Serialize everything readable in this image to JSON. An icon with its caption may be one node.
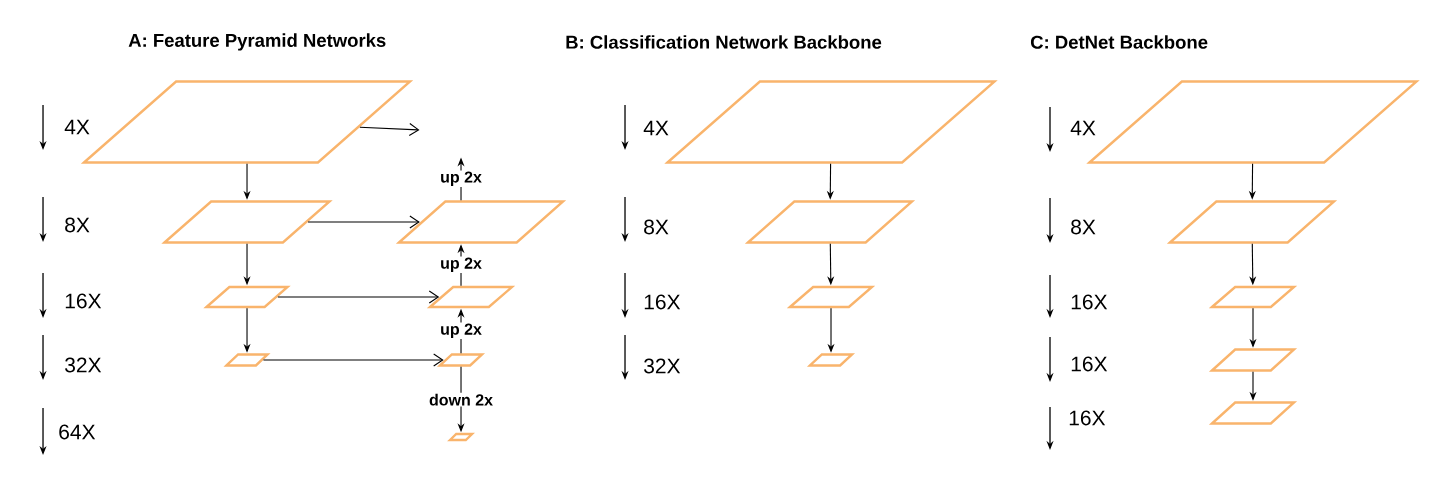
{
  "diagram": {
    "nodes": [
      {
        "text": [],
        "shape": "parallelogram"
      },
      {
        "text": [],
        "shape": "parallelogram"
      },
      {
        "text": [],
        "shape": "parallelogram"
      },
      {
        "text": [],
        "shape": "parallelogram"
      },
      {
        "text": [],
        "shape": "parallelogram"
      },
      {
        "text": [],
        "shape": "parallelogram"
      },
      {
        "text": [],
        "shape": "parallelogram"
      },
      {
        "text": [],
        "shape": "parallelogram"
      },
      {
        "text": [],
        "shape": "parallelogram"
      },
      {
        "text": [],
        "shape": "parallelogram"
      },
      {
        "text": [],
        "shape": "parallelogram"
      },
      {
        "text": [],
        "shape": "parallelogram"
      },
      {
        "text": [],
        "shape": "parallelogram"
      },
      {
        "text": [],
        "shape": "parallelogram"
      },
      {
        "text": [],
        "shape": "parallelogram"
      },
      {
        "text": [],
        "shape": "parallelogram"
      },
      {
        "text": [],
        "shape": "parallelogram"
      }
    ],
    "edges": [
      {
        "from": 0,
        "to": 1,
        "arrow": "to"
      },
      {
        "from": 1,
        "to": 2,
        "arrow": "to"
      },
      {
        "from": 2,
        "to": 3,
        "arrow": "to"
      },
      {
        "from": 0,
        "to": null,
        "arrow": "to"
      },
      {
        "from": 1,
        "to": 4,
        "arrow": "to"
      },
      {
        "from": 2,
        "to": 5,
        "arrow": "to"
      },
      {
        "from": 3,
        "to": 6,
        "arrow": "to"
      },
      {
        "from": 6,
        "to": 5,
        "arrow": "to",
        "label": "up 2x"
      },
      {
        "from": 5,
        "to": 4,
        "arrow": "to",
        "label": "up 2x"
      },
      {
        "from": 4,
        "to": null,
        "arrow": "to",
        "label": "up 2x"
      },
      {
        "from": 6,
        "to": 7,
        "arrow": "to",
        "label": "down 2x"
      },
      {
        "from": 8,
        "to": 9,
        "arrow": "to"
      },
      {
        "from": 9,
        "to": 10,
        "arrow": "to"
      },
      {
        "from": 10,
        "to": 11,
        "arrow": "to"
      },
      {
        "from": 12,
        "to": 13,
        "arrow": "to"
      },
      {
        "from": 13,
        "to": 14,
        "arrow": "to"
      },
      {
        "from": 14,
        "to": 15,
        "arrow": "to"
      },
      {
        "from": 15,
        "to": 16,
        "arrow": "to"
      }
    ],
    "labels": [
      "A: Feature Pyramid Networks",
      "4X",
      "8X",
      "16X",
      "32X",
      "64X",
      "B: Classification Network Backbone",
      "4X",
      "8X",
      "16X",
      "32X",
      "C: DetNet Backbone",
      "4X",
      "8X",
      "16X",
      "16X",
      "16X"
    ]
  }
}
